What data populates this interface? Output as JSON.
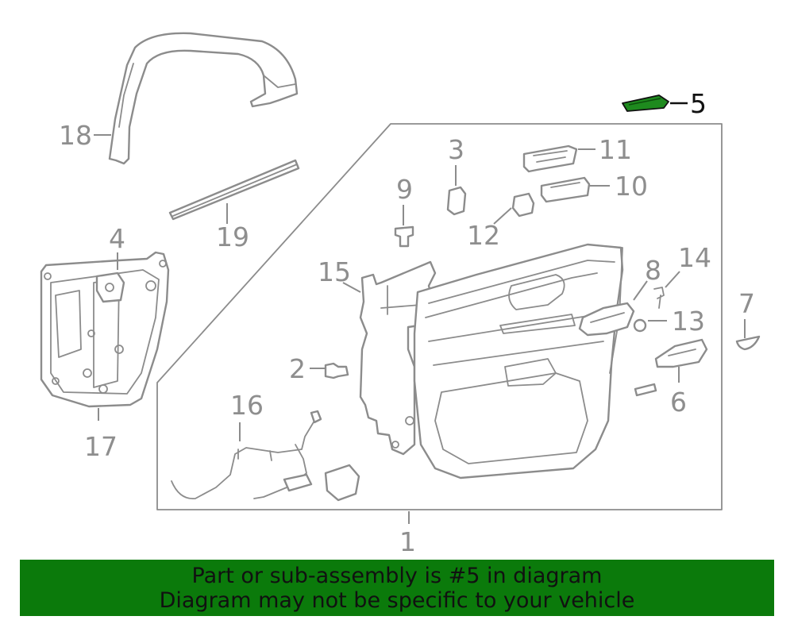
{
  "callouts": [
    {
      "id": "c1",
      "text": "1"
    },
    {
      "id": "c2",
      "text": "2"
    },
    {
      "id": "c3",
      "text": "3"
    },
    {
      "id": "c4",
      "text": "4"
    },
    {
      "id": "c5",
      "text": "5",
      "highlighted": true
    },
    {
      "id": "c6",
      "text": "6"
    },
    {
      "id": "c7",
      "text": "7"
    },
    {
      "id": "c8",
      "text": "8"
    },
    {
      "id": "c9",
      "text": "9"
    },
    {
      "id": "c10",
      "text": "10"
    },
    {
      "id": "c11",
      "text": "11"
    },
    {
      "id": "c12",
      "text": "12"
    },
    {
      "id": "c13",
      "text": "13"
    },
    {
      "id": "c14",
      "text": "14"
    },
    {
      "id": "c15",
      "text": "15"
    },
    {
      "id": "c16",
      "text": "16"
    },
    {
      "id": "c17",
      "text": "17"
    },
    {
      "id": "c18",
      "text": "18"
    },
    {
      "id": "c19",
      "text": "19"
    }
  ],
  "banner": {
    "line1": "Part or sub-assembly is #5 in diagram",
    "line2": "Diagram may not be specific to your vehicle",
    "background": "#0b7a0b"
  },
  "colors": {
    "line_art": "#8c8c8c",
    "highlighted_part": "#1e8a1e",
    "highlighted_label": "#111111"
  }
}
